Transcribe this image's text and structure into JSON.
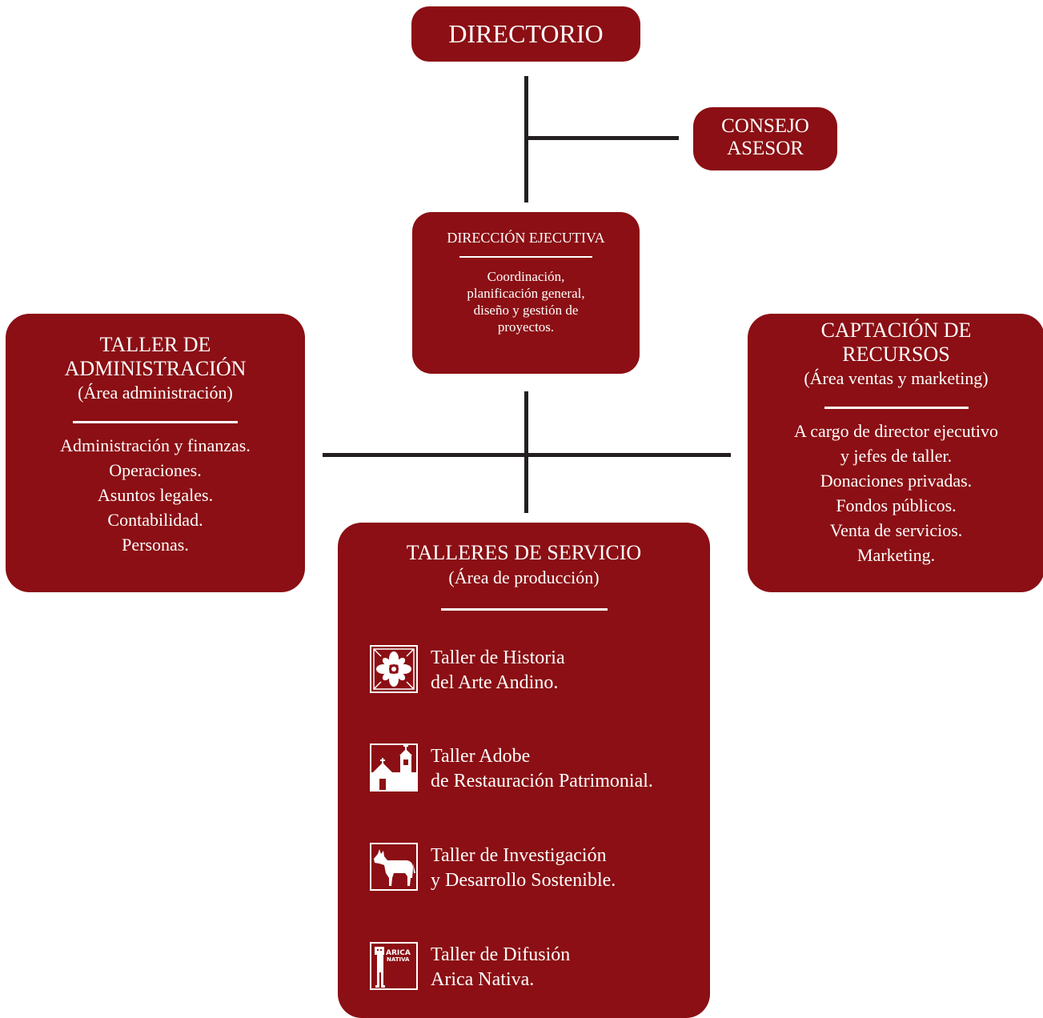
{
  "colors": {
    "box": "#8b0f14",
    "connector": "#231f20",
    "text": "#ffffff"
  },
  "directorio": {
    "title": "DIRECTORIO"
  },
  "consejo": {
    "line1": "CONSEJO",
    "line2": "ASESOR"
  },
  "ejecutiva": {
    "title": "DIRECCIÓN EJECUTIVA",
    "lines": [
      "Coordinación,",
      "planificación general,",
      "diseño y gestión de",
      "proyectos."
    ]
  },
  "administracion": {
    "title_lines": [
      "TALLER DE",
      "ADMINISTRACIÓN"
    ],
    "subtitle": "(Área administración)",
    "items": [
      "Administración y finanzas.",
      "Operaciones.",
      "Asuntos legales.",
      "Contabilidad.",
      "Personas."
    ]
  },
  "captacion": {
    "title_lines": [
      "CAPTACIÓN DE",
      "RECURSOS"
    ],
    "subtitle": "(Área ventas y marketing)",
    "items": [
      "A cargo de director ejecutivo",
      "y jefes de taller.",
      "Donaciones privadas.",
      "Fondos públicos.",
      "Venta de servicios.",
      "Marketing."
    ]
  },
  "talleres": {
    "title": "TALLERES DE SERVICIO",
    "subtitle": "(Área de producción)",
    "workshops": [
      {
        "icon": "flower-icon",
        "line1": "Taller de Historia",
        "line2": "del Arte Andino."
      },
      {
        "icon": "church-icon",
        "line1": "Taller Adobe",
        "line2": "de Restauración Patrimonial."
      },
      {
        "icon": "donkey-icon",
        "line1": "Taller de Investigación",
        "line2": "y Desarrollo Sostenible."
      },
      {
        "icon": "arica-nativa-icon",
        "icon_text_1": "ARICA",
        "icon_text_2": "NATIVA",
        "line1": "Taller de Difusión",
        "line2": "Arica Nativa."
      }
    ]
  }
}
